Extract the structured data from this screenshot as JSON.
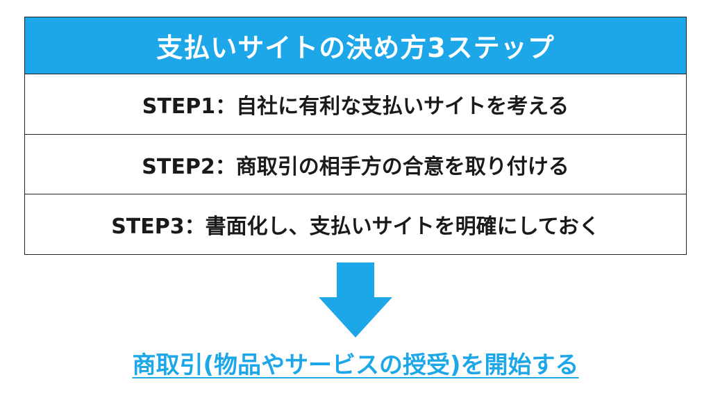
{
  "header": {
    "title": "支払いサイトの決め方3ステップ"
  },
  "steps": [
    {
      "label": "STEP1：自社に有利な支払いサイトを考える"
    },
    {
      "label": "STEP2：商取引の相手方の合意を取り付ける"
    },
    {
      "label": "STEP3：書面化し、支払いサイトを明確にしておく"
    }
  ],
  "result": {
    "label": "商取引(物品やサービスの授受)を開始する"
  },
  "colors": {
    "accent": "#1ea7e8",
    "text": "#1a1a1a",
    "border": "#222222"
  },
  "icons": {
    "arrow": "arrow-down-icon"
  }
}
